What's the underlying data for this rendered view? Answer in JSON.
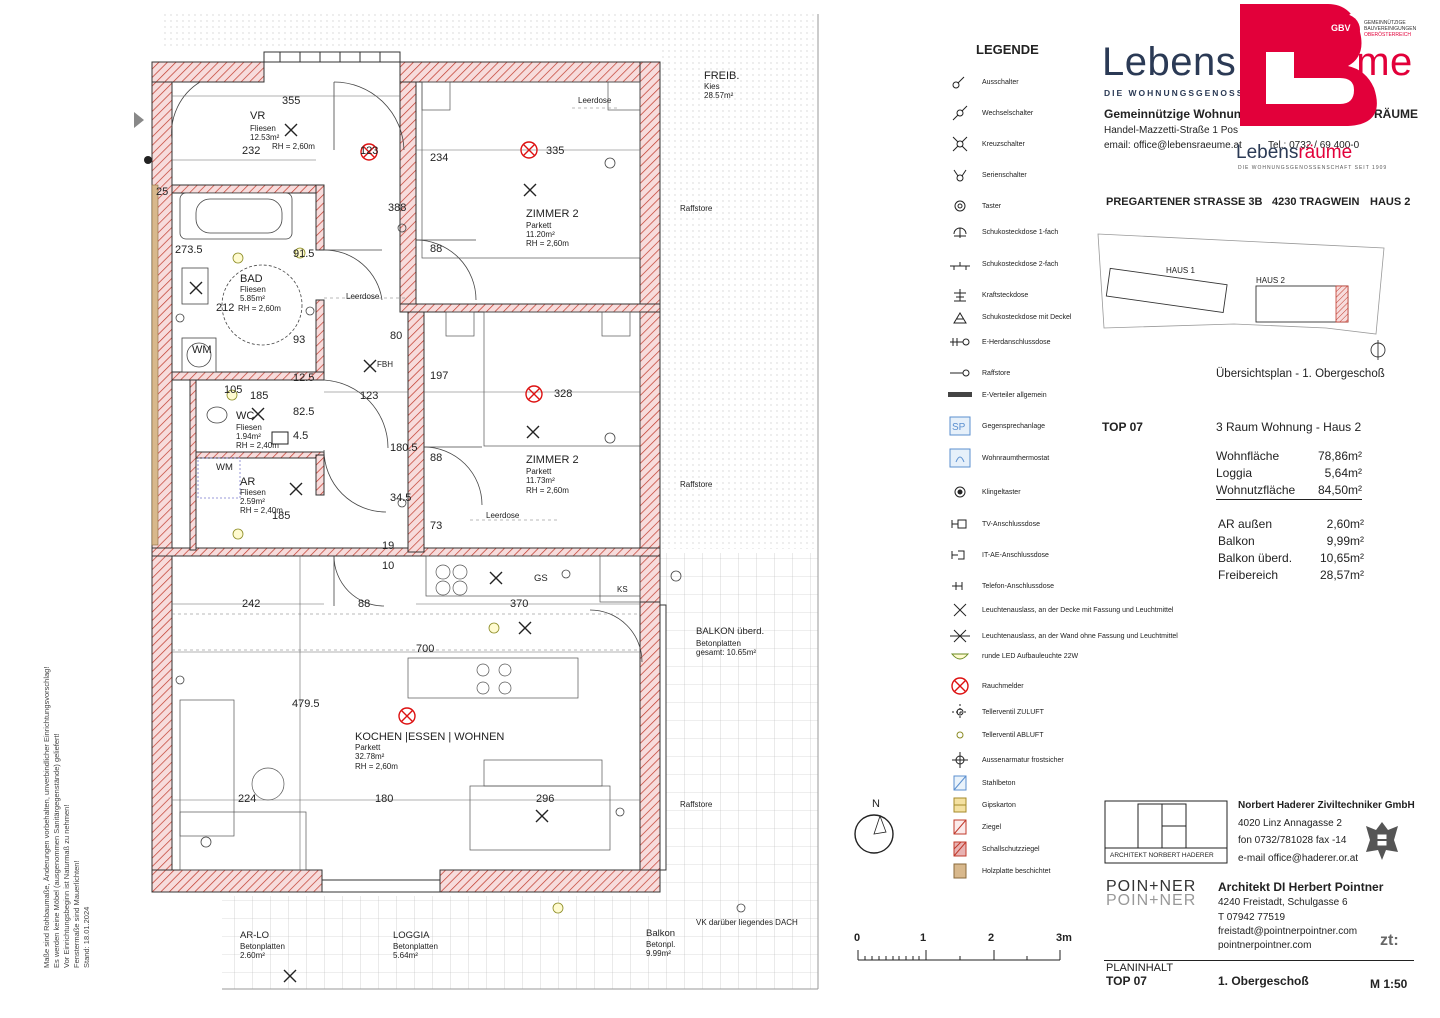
{
  "legend": {
    "title": "LEGENDE",
    "items": [
      {
        "icon": "switch-icon",
        "label": "Ausschalter"
      },
      {
        "icon": "two-way-switch-icon",
        "label": "Wechselschalter"
      },
      {
        "icon": "cross-switch-icon",
        "label": "Kreuzschalter"
      },
      {
        "icon": "series-switch-icon",
        "label": "Serienschalter"
      },
      {
        "icon": "push-button-icon",
        "label": "Taster"
      },
      {
        "icon": "socket-single-icon",
        "label": "Schukosteckdose 1-fach"
      },
      {
        "icon": "socket-double-icon",
        "label": "Schukosteckdose 2-fach"
      },
      {
        "icon": "power-socket-icon",
        "label": "Kraftsteckdose"
      },
      {
        "icon": "socket-lid-icon",
        "label": "Schukosteckdose mit Deckel"
      },
      {
        "icon": "stove-outlet-icon",
        "label": "E-Herdanschlussdose"
      },
      {
        "icon": "blind-icon",
        "label": "Raffstore"
      },
      {
        "icon": "distribution-board-icon",
        "label": "E-Verteiler allgemein"
      },
      {
        "icon": "intercom-icon",
        "label": "Gegensprechanlage"
      },
      {
        "icon": "thermostat-icon",
        "label": "Wohnraumthermostat"
      },
      {
        "icon": "doorbell-icon",
        "label": "Klingeltaster"
      },
      {
        "icon": "tv-outlet-icon",
        "label": "TV-Anschlussdose"
      },
      {
        "icon": "it-outlet-icon",
        "label": "IT-AE-Anschlussdose"
      },
      {
        "icon": "phone-outlet-icon",
        "label": "Telefon-Anschlussdose"
      },
      {
        "icon": "ceiling-light-icon",
        "label": "Leuchtenauslass, an der Decke mit Fassung und Leuchtmittel"
      },
      {
        "icon": "wall-light-icon",
        "label": "Leuchtenauslass, an der Wand ohne Fassung und Leuchtmittel"
      },
      {
        "icon": "led-light-icon",
        "label": "runde LED Aufbauleuchte 22W"
      },
      {
        "icon": "smoke-detector-icon",
        "label": "Rauchmelder"
      },
      {
        "icon": "supply-valve-icon",
        "label": "Tellerventil ZULUFT"
      },
      {
        "icon": "exhaust-valve-icon",
        "label": "Tellerventil ABLUFT"
      },
      {
        "icon": "frost-tap-icon",
        "label": "Aussenarmatur frostsicher"
      },
      {
        "icon": "concrete-icon",
        "label": "Stahlbeton"
      },
      {
        "icon": "plasterboard-icon",
        "label": "Gipskarton"
      },
      {
        "icon": "brick-icon",
        "label": "Ziegel"
      },
      {
        "icon": "acoustic-brick-icon",
        "label": "Schallschutzziegel"
      },
      {
        "icon": "wood-icon",
        "label": "Holzplatte beschichtet"
      }
    ]
  },
  "header": {
    "brand": "Lebens",
    "brand_suffix": "me",
    "brand_sub": "DIE WOHNUNGSGENOSS",
    "coop_name": "Gemeinnützige Wohnung",
    "coop_name_end": "RÄUME",
    "address": "Handel-Mazzetti-Straße 1  Pos",
    "email": "email: office@lebensraeume.at",
    "phone": "Tel.: 0732 / 69 400-0",
    "logo_word_1": "Lebens",
    "logo_word_2": "räume",
    "logo_tagline": "DIE WOHNUNGSGENOSSENSCHAFT SEIT 1909",
    "gbv_lines": [
      "GEMEINNÜTZIGE",
      "BAUVEREINIGUNGEN",
      "OBERÖSTERREICH"
    ],
    "gbv_mark": "GBV"
  },
  "project": {
    "street": "PREGARTENER STRASSE 3B",
    "city": "4230 TRAGWEIN",
    "house": "HAUS 2",
    "site_house_1": "HAUS 1",
    "site_house_2": "HAUS 2",
    "site_caption": "Übersichtsplan - 1. Obergeschoß"
  },
  "unit": {
    "top": "TOP 07",
    "type": "3 Raum Wohnung - Haus 2",
    "areas": [
      {
        "label": "Wohnfläche",
        "value": "78,86m²"
      },
      {
        "label": "Loggia",
        "value": "5,64m²"
      },
      {
        "label": "Wohnutzfläche",
        "value": "84,50m²"
      }
    ],
    "extras": [
      {
        "label": "AR außen",
        "value": "2,60m²"
      },
      {
        "label": "Balkon",
        "value": "9,99m²"
      },
      {
        "label": "Balkon überd.",
        "value": "10,65m²"
      },
      {
        "label": "Freibereich",
        "value": "28,57m²"
      }
    ]
  },
  "engineer": {
    "box_label": "ARCHITEKT NORBERT HADERER",
    "name": "Norbert Haderer Ziviltechniker GmbH",
    "address": "4020 Linz  Annagasse 2",
    "phone": "fon 0732/781028 fax -14",
    "email": "e-mail office@haderer.or.at"
  },
  "architect": {
    "logo_top": "POIN+NER",
    "logo_bottom": "POIN+NER",
    "name": "Architekt DI Herbert Pointner",
    "address": "4240 Freistadt, Schulgasse 6",
    "phone": "T 07942 77519",
    "email": "freistadt@pointnerpointner.com",
    "web": "pointnerpointner.com",
    "zt": "zt:"
  },
  "scale": {
    "ticks": [
      "0",
      "1",
      "2",
      "3m"
    ],
    "ratio": "M 1:50"
  },
  "footer": {
    "plan_label": "PLANINHALT",
    "plan_top": "TOP 07",
    "floor": "1. Obergeschoß"
  },
  "compass": {
    "north": "N"
  },
  "side_note": [
    "Maße sind Rohbaumaße, Änderungen vorbehalten, unverbindlicher Einrichtungsvorschlag!",
    "Es werden keine Möbel (ausgenommen Sanitärgegenstände) geliefert!",
    "Vor Einrichtungsbeginn ist Naturmaß zu nehmen!",
    "Fenstermaße sind Mauerlichten!",
    "Stand: 18.01.2024"
  ],
  "rooms": [
    {
      "name": "VR",
      "floor": "Fliesen",
      "area": "12.53m²",
      "height": "RH = 2,60m"
    },
    {
      "name": "BAD",
      "floor": "Fliesen",
      "area": "5.85m²",
      "height": "RH = 2,60m"
    },
    {
      "name": "WC",
      "floor": "Fliesen",
      "area": "1.94m²",
      "height": "RH = 2,40m"
    },
    {
      "name": "AR",
      "floor": "Fliesen",
      "area": "2.59m²",
      "height": "RH = 2,40m"
    },
    {
      "name": "ZIMMER 2",
      "floor": "Parkett",
      "area": "11.20m²",
      "height": "RH = 2,60m"
    },
    {
      "name": "ZIMMER 2",
      "floor": "Parkett",
      "area": "11.73m²",
      "height": "RH = 2,60m"
    },
    {
      "name": "KOCHEN |ESSEN | WOHNEN",
      "floor": "Parkett",
      "area": "32.78m²",
      "height": "RH = 2,60m"
    }
  ],
  "outdoor": [
    {
      "name": "FREIB.",
      "floor": "Kies",
      "area": "28.57m²"
    },
    {
      "name": "BALKON überd.",
      "floor": "Betonplatten",
      "area": "gesamt: 10.65m²"
    },
    {
      "name": "AR-LO",
      "floor": "Betonplatten",
      "area": "2.60m²"
    },
    {
      "name": "LOGGIA",
      "floor": "Betonplatten",
      "area": "5.64m²"
    },
    {
      "name": "Balkon",
      "floor": "Betonpl.",
      "area": "9.99m²"
    }
  ],
  "plan_labels": {
    "raffstore": "Raffstore",
    "leerdose": "Leerdose",
    "wm": "WM",
    "gs": "GS",
    "ks": "KS",
    "fbh": "FBH",
    "roof_note": "VK darüber liegendes DACH"
  },
  "dimensions": [
    "355",
    "232",
    "123",
    "335",
    "234",
    "388",
    "88",
    "91.5",
    "273.5",
    "212",
    "93",
    "80",
    "123",
    "105",
    "185",
    "328",
    "197",
    "180.5",
    "88",
    "34.5",
    "19",
    "10",
    "73",
    "242",
    "88",
    "370",
    "700",
    "479.5",
    "224",
    "180",
    "296",
    "25",
    "185",
    "12.5",
    "4.5",
    "82.5"
  ]
}
